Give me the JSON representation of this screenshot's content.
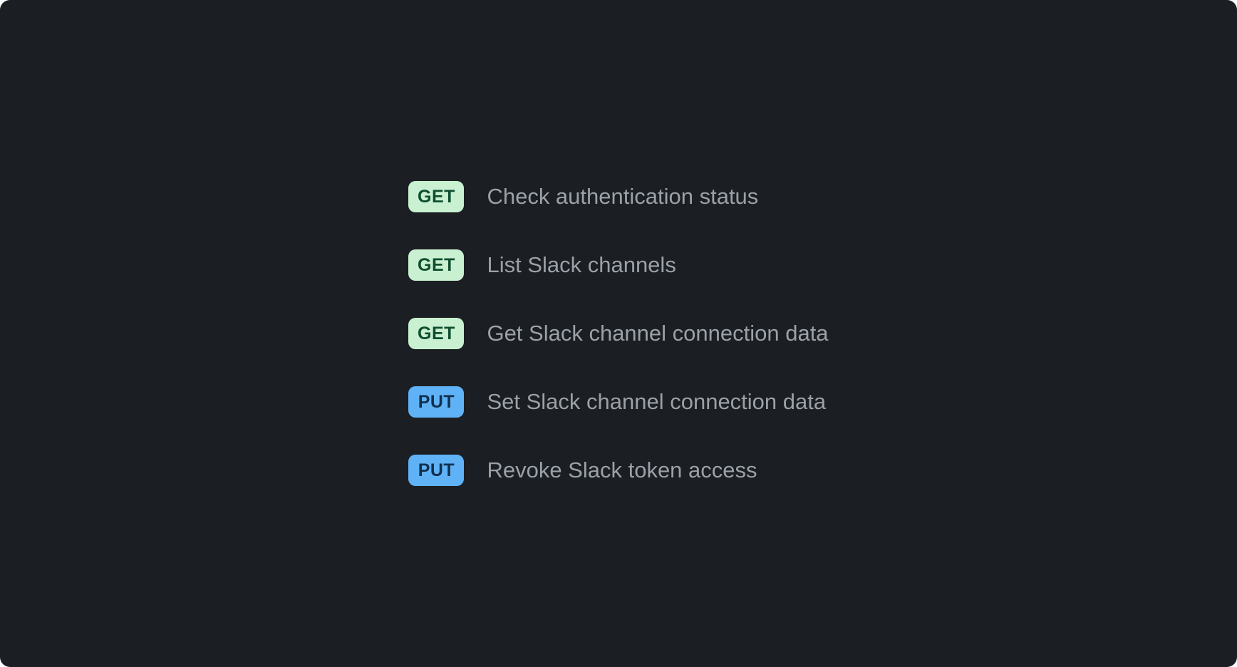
{
  "colors": {
    "background": "#1b1e22",
    "label_text": "#9ba1a8",
    "get_bg": "#c9f0d1",
    "get_text": "#0f4e2f",
    "put_bg": "#60b2f7",
    "put_text": "#11304d"
  },
  "endpoints": {
    "rows": [
      {
        "method": "GET",
        "label": "Check authentication status"
      },
      {
        "method": "GET",
        "label": "List Slack channels"
      },
      {
        "method": "GET",
        "label": "Get Slack channel connection data"
      },
      {
        "method": "PUT",
        "label": "Set Slack channel connection data"
      },
      {
        "method": "PUT",
        "label": "Revoke Slack token access"
      }
    ]
  }
}
